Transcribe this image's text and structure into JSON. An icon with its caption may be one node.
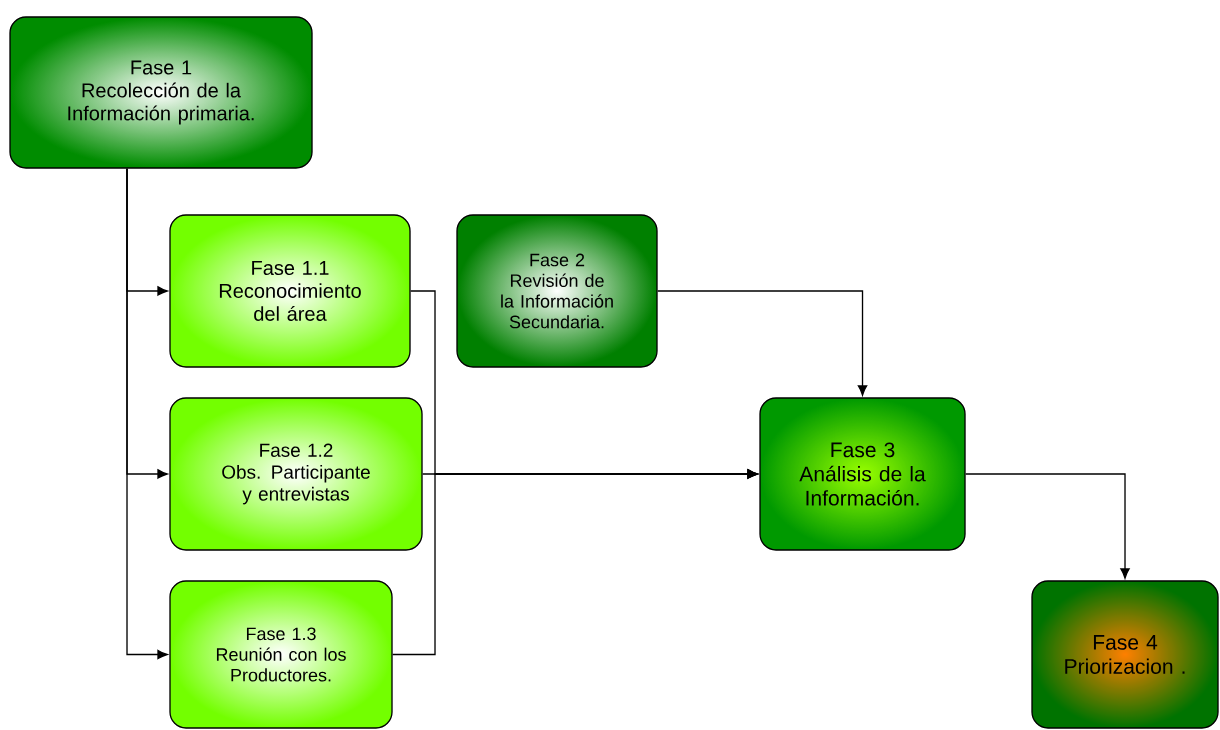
{
  "diagram": {
    "nodes": [
      {
        "text": [
          "Fase 1",
          "Recolección de la Información primaria."
        ]
      },
      {
        "text": [
          "Fase 1.1",
          "Reconocimiento del área"
        ]
      },
      {
        "text": [
          "Fase 2",
          "Revisión de la Información Secundaria."
        ]
      },
      {
        "text": [
          "Fase 1.2",
          "Obs. Participante y entrevistas"
        ]
      },
      {
        "text": [
          "Fase 3",
          "Análisis de la Información."
        ]
      },
      {
        "text": [
          "Fase 1.3",
          "Reunión con los Productores."
        ]
      },
      {
        "text": [
          "Fase 4",
          "Priorizacion ."
        ]
      }
    ],
    "edges": [
      {
        "from": 0,
        "to": 1,
        "arrow": "to"
      },
      {
        "from": 0,
        "to": 3,
        "arrow": "to"
      },
      {
        "from": 0,
        "to": 5,
        "arrow": "to"
      },
      {
        "from": 1,
        "to": 4,
        "arrow": "to"
      },
      {
        "from": 3,
        "to": 4,
        "arrow": "to"
      },
      {
        "from": 5,
        "to": 4,
        "arrow": "to"
      },
      {
        "from": 2,
        "to": 4,
        "arrow": "to"
      },
      {
        "from": 4,
        "to": 6,
        "arrow": "to"
      }
    ]
  }
}
